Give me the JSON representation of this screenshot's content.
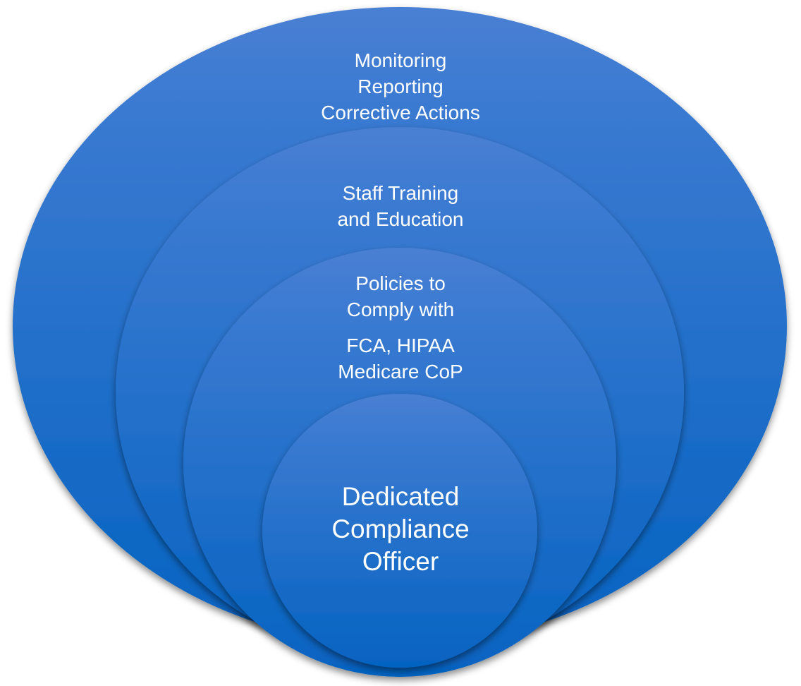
{
  "diagram": {
    "colors": {
      "top": "#4a80d3",
      "bottom": "#0563c1",
      "text": "#ffffff"
    },
    "layers": [
      {
        "lines": [
          "Monitoring",
          "Reporting",
          "Corrective Actions"
        ]
      },
      {
        "lines": [
          "Staff Training",
          "and Education"
        ]
      },
      {
        "lines": [
          "Policies to",
          "Comply with"
        ],
        "sub_lines": [
          "FCA, HIPAA",
          "Medicare CoP"
        ]
      },
      {
        "lines": [
          "Dedicated",
          "Compliance",
          "Officer"
        ]
      }
    ]
  }
}
